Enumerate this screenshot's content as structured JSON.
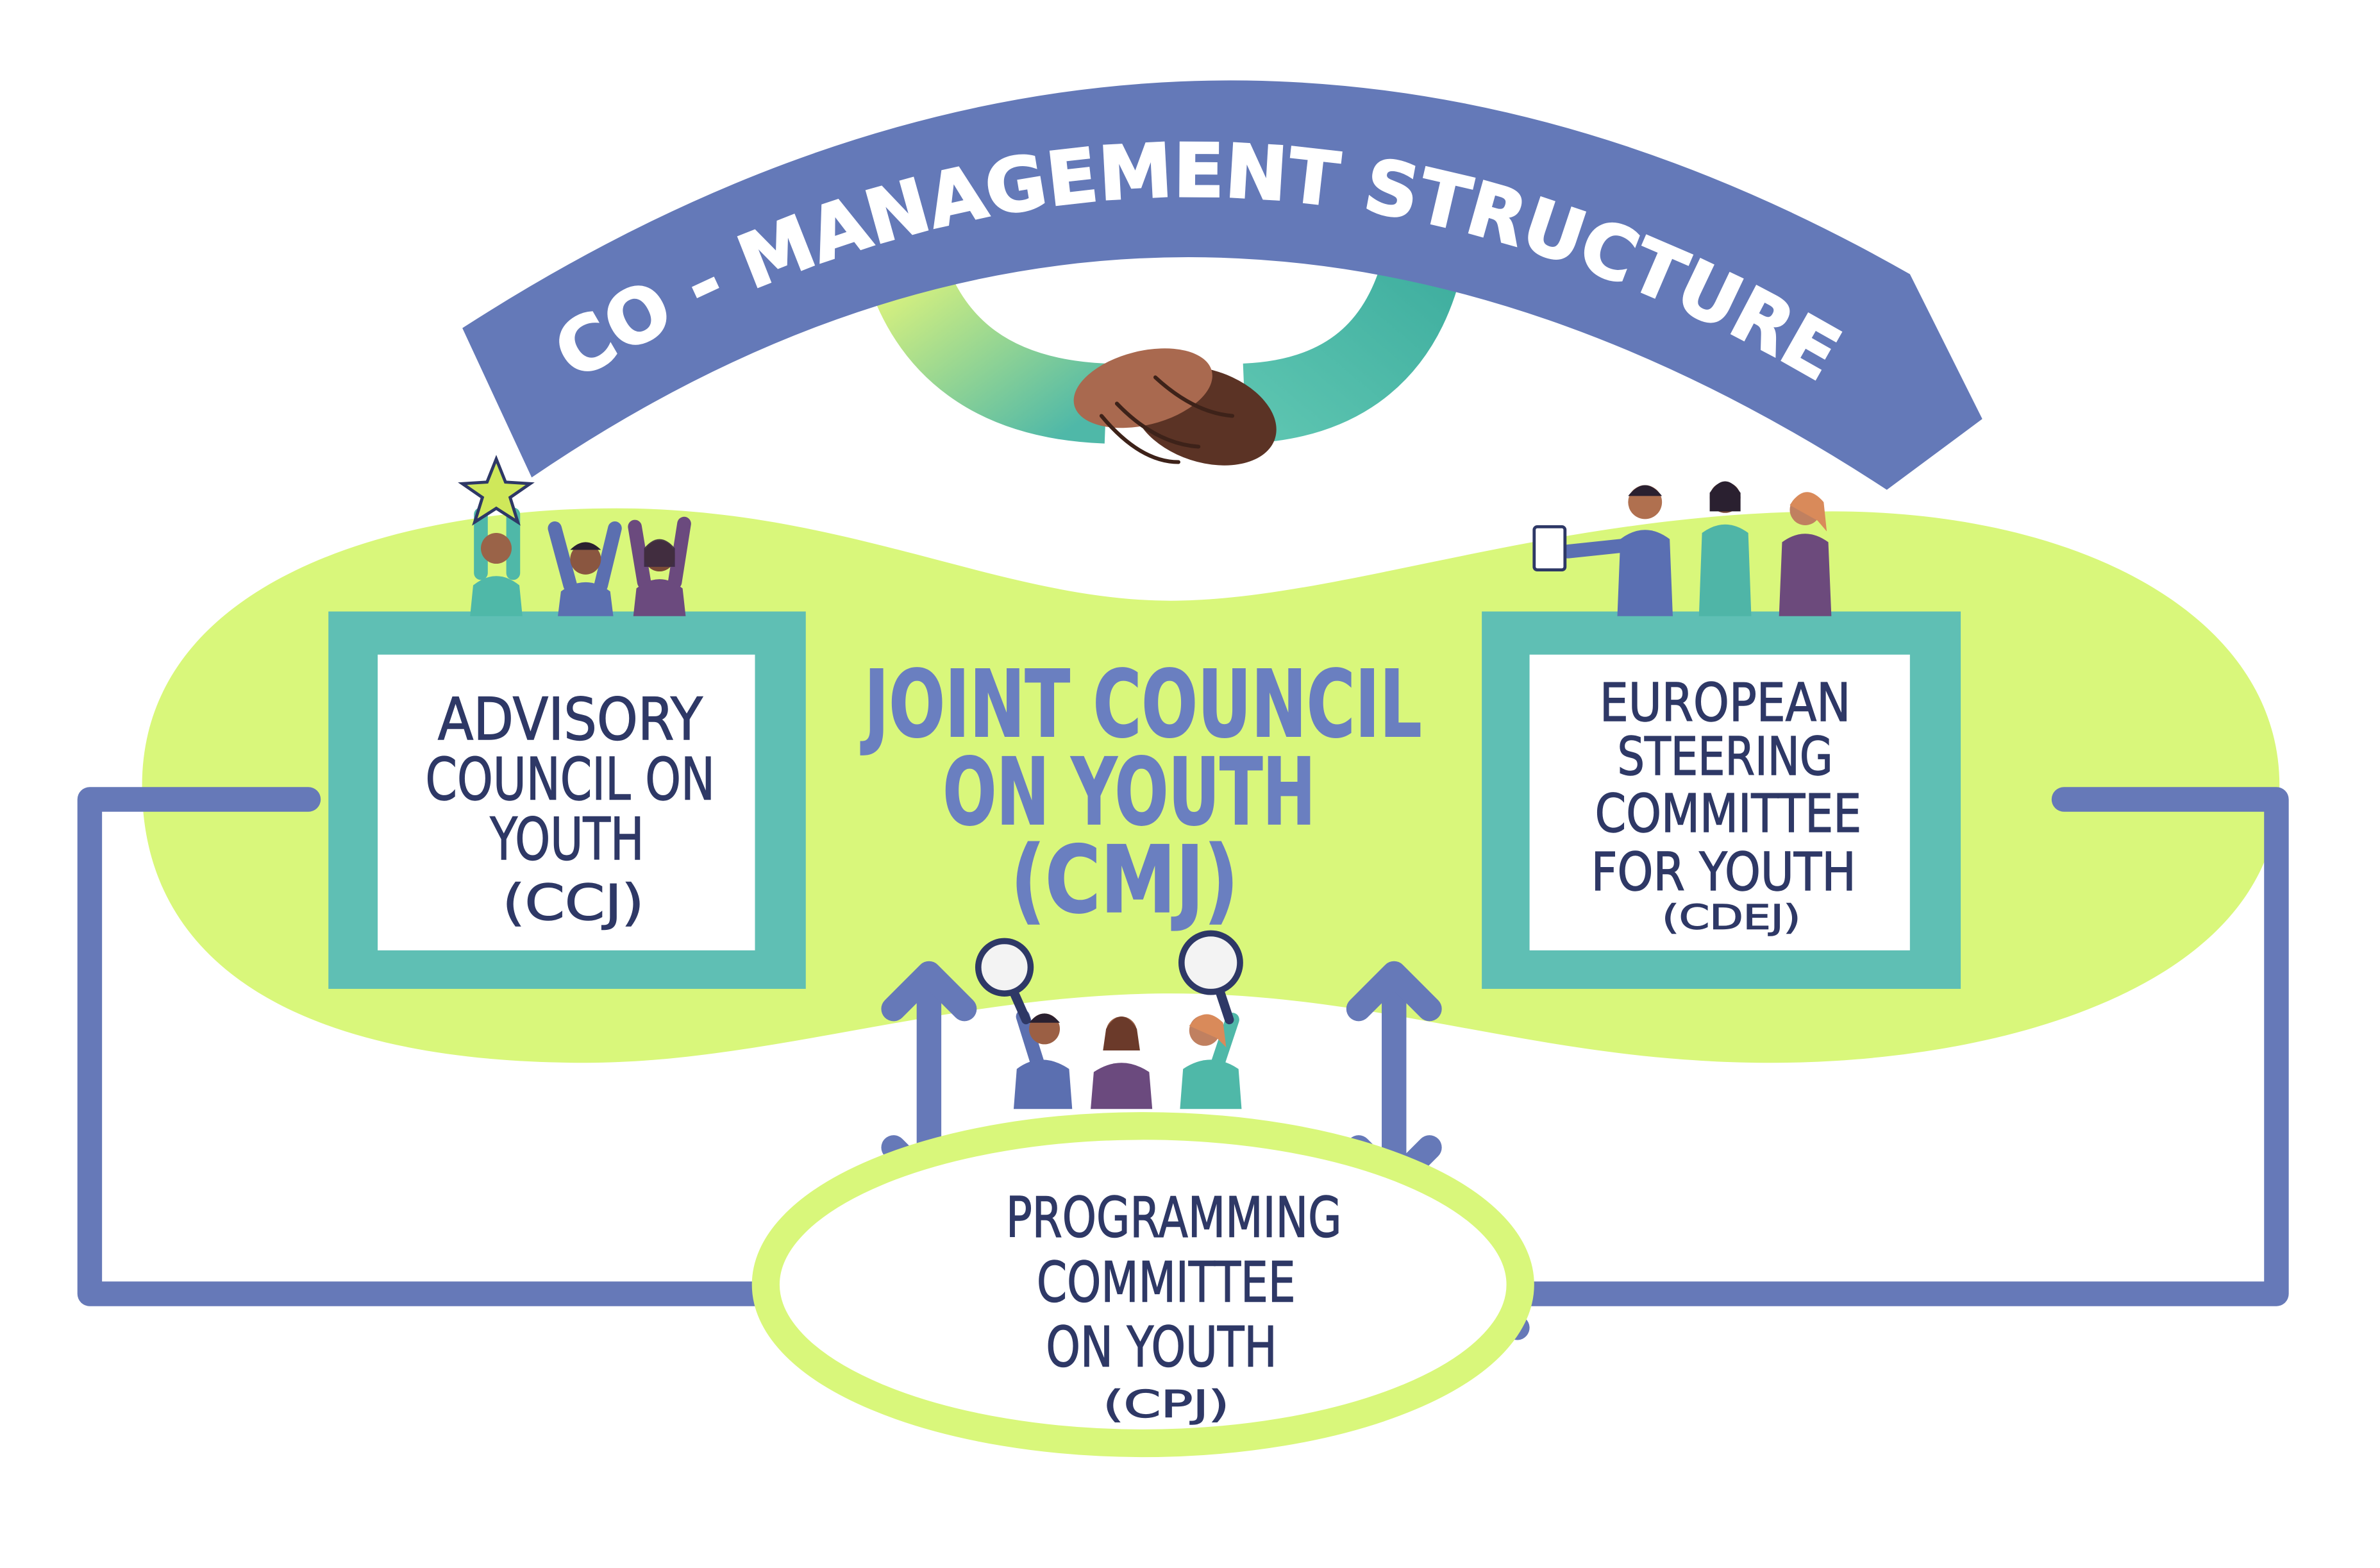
{
  "title": "CO - MANAGEMENT STRUCTURE",
  "center": {
    "lines": [
      "JOINT COUNCIL",
      "ON YOUTH",
      "(CMJ)"
    ]
  },
  "left_box": {
    "lines": [
      "ADVISORY",
      "COUNCIL ON",
      "YOUTH",
      "(CCJ)"
    ]
  },
  "right_box": {
    "lines": [
      "EUROPEAN",
      "STEERING",
      "COMMITTEE",
      "FOR YOUTH",
      "(CDEJ)"
    ]
  },
  "bottom": {
    "lines": [
      "PROGRAMMING",
      "COMMITTEE",
      "ON YOUTH",
      "(CPJ)"
    ]
  },
  "colors": {
    "banner": "#6479b8",
    "lime": "#d9f77b",
    "teal": "#5fbfb4",
    "box_text": "#2e3866",
    "center_text": "#6a7fc0",
    "arrow": "#6679b8"
  },
  "icons": [
    "handshake-icon",
    "star-icon",
    "document-icon",
    "magnifier-icon",
    "person-icon"
  ]
}
